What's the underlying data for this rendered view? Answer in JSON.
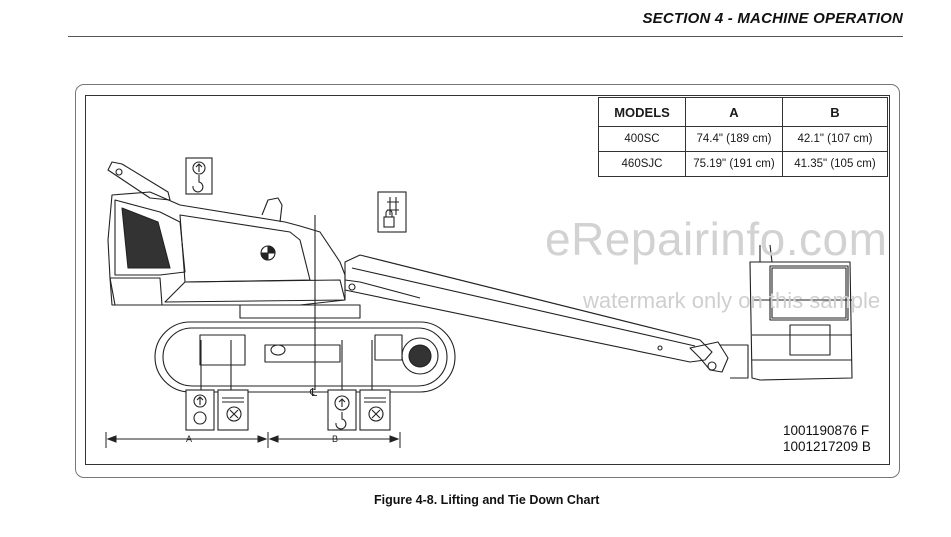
{
  "header": {
    "section_title": "SECTION 4 - MACHINE OPERATION"
  },
  "table": {
    "headers": [
      "MODELS",
      "A",
      "B"
    ],
    "rows": [
      [
        "400SC",
        "74.4\" (189 cm)",
        "42.1\" (107 cm)"
      ],
      [
        "460SJC",
        "75.19\" (191 cm)",
        "41.35\" (105 cm)"
      ]
    ]
  },
  "part_numbers": [
    "1001190876 F",
    "1001217209 B"
  ],
  "dimensions": {
    "a_label": "A",
    "b_label": "B",
    "centerline_symbol": "℄"
  },
  "watermark": {
    "line1": "eRepairinfo.com",
    "line2": "watermark only on this sample"
  },
  "caption": "Figure 4-8. Lifting and Tie Down Chart",
  "icons": [
    "lifting-point-icon",
    "tie-down-point-icon",
    "lock-control-icon"
  ]
}
